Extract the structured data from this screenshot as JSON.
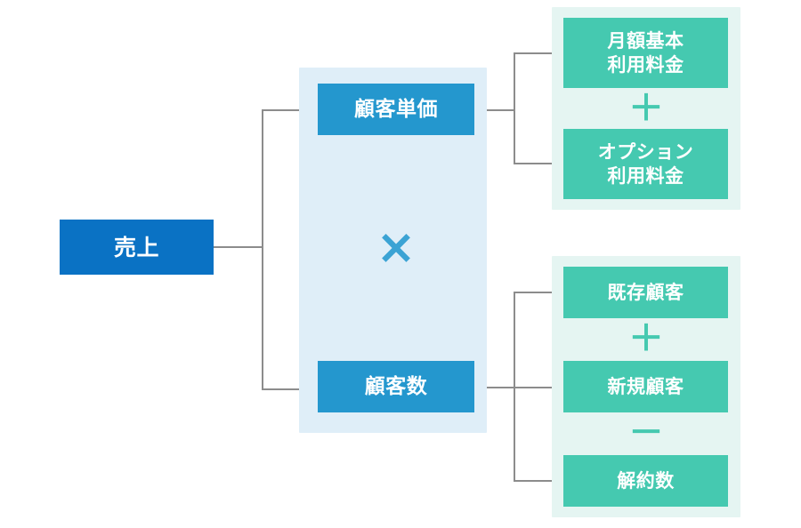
{
  "diagram": {
    "type": "kpi-decomposition-tree",
    "root": {
      "label": "売上"
    },
    "middle_group": {
      "operator": "×",
      "operator_name": "multiply-operator",
      "nodes": [
        {
          "label": "顧客単価"
        },
        {
          "label": "顧客数"
        }
      ]
    },
    "right_groups": [
      {
        "group_name": "unit-price-breakdown",
        "items": [
          {
            "line1": "月額基本",
            "line2": "利用料金"
          },
          {
            "line1": "オプション",
            "line2": "利用料金"
          }
        ],
        "operators": [
          "＋"
        ]
      },
      {
        "group_name": "customer-count-breakdown",
        "items": [
          {
            "line1": "既存顧客",
            "line2": ""
          },
          {
            "line1": "新規顧客",
            "line2": ""
          },
          {
            "line1": "解約数",
            "line2": ""
          }
        ],
        "operators": [
          "＋",
          "－"
        ]
      }
    ]
  },
  "colors": {
    "root_box": "#0a72c4",
    "middle_box": "#2497ce",
    "leaf_box": "#45c9b0",
    "middle_panel": "#dfeef8",
    "leaf_panel": "#e5f5f2",
    "connector": "#8c8c8c",
    "times_symbol": "#3ba3d4",
    "plus_symbol": "#45c9b0"
  }
}
